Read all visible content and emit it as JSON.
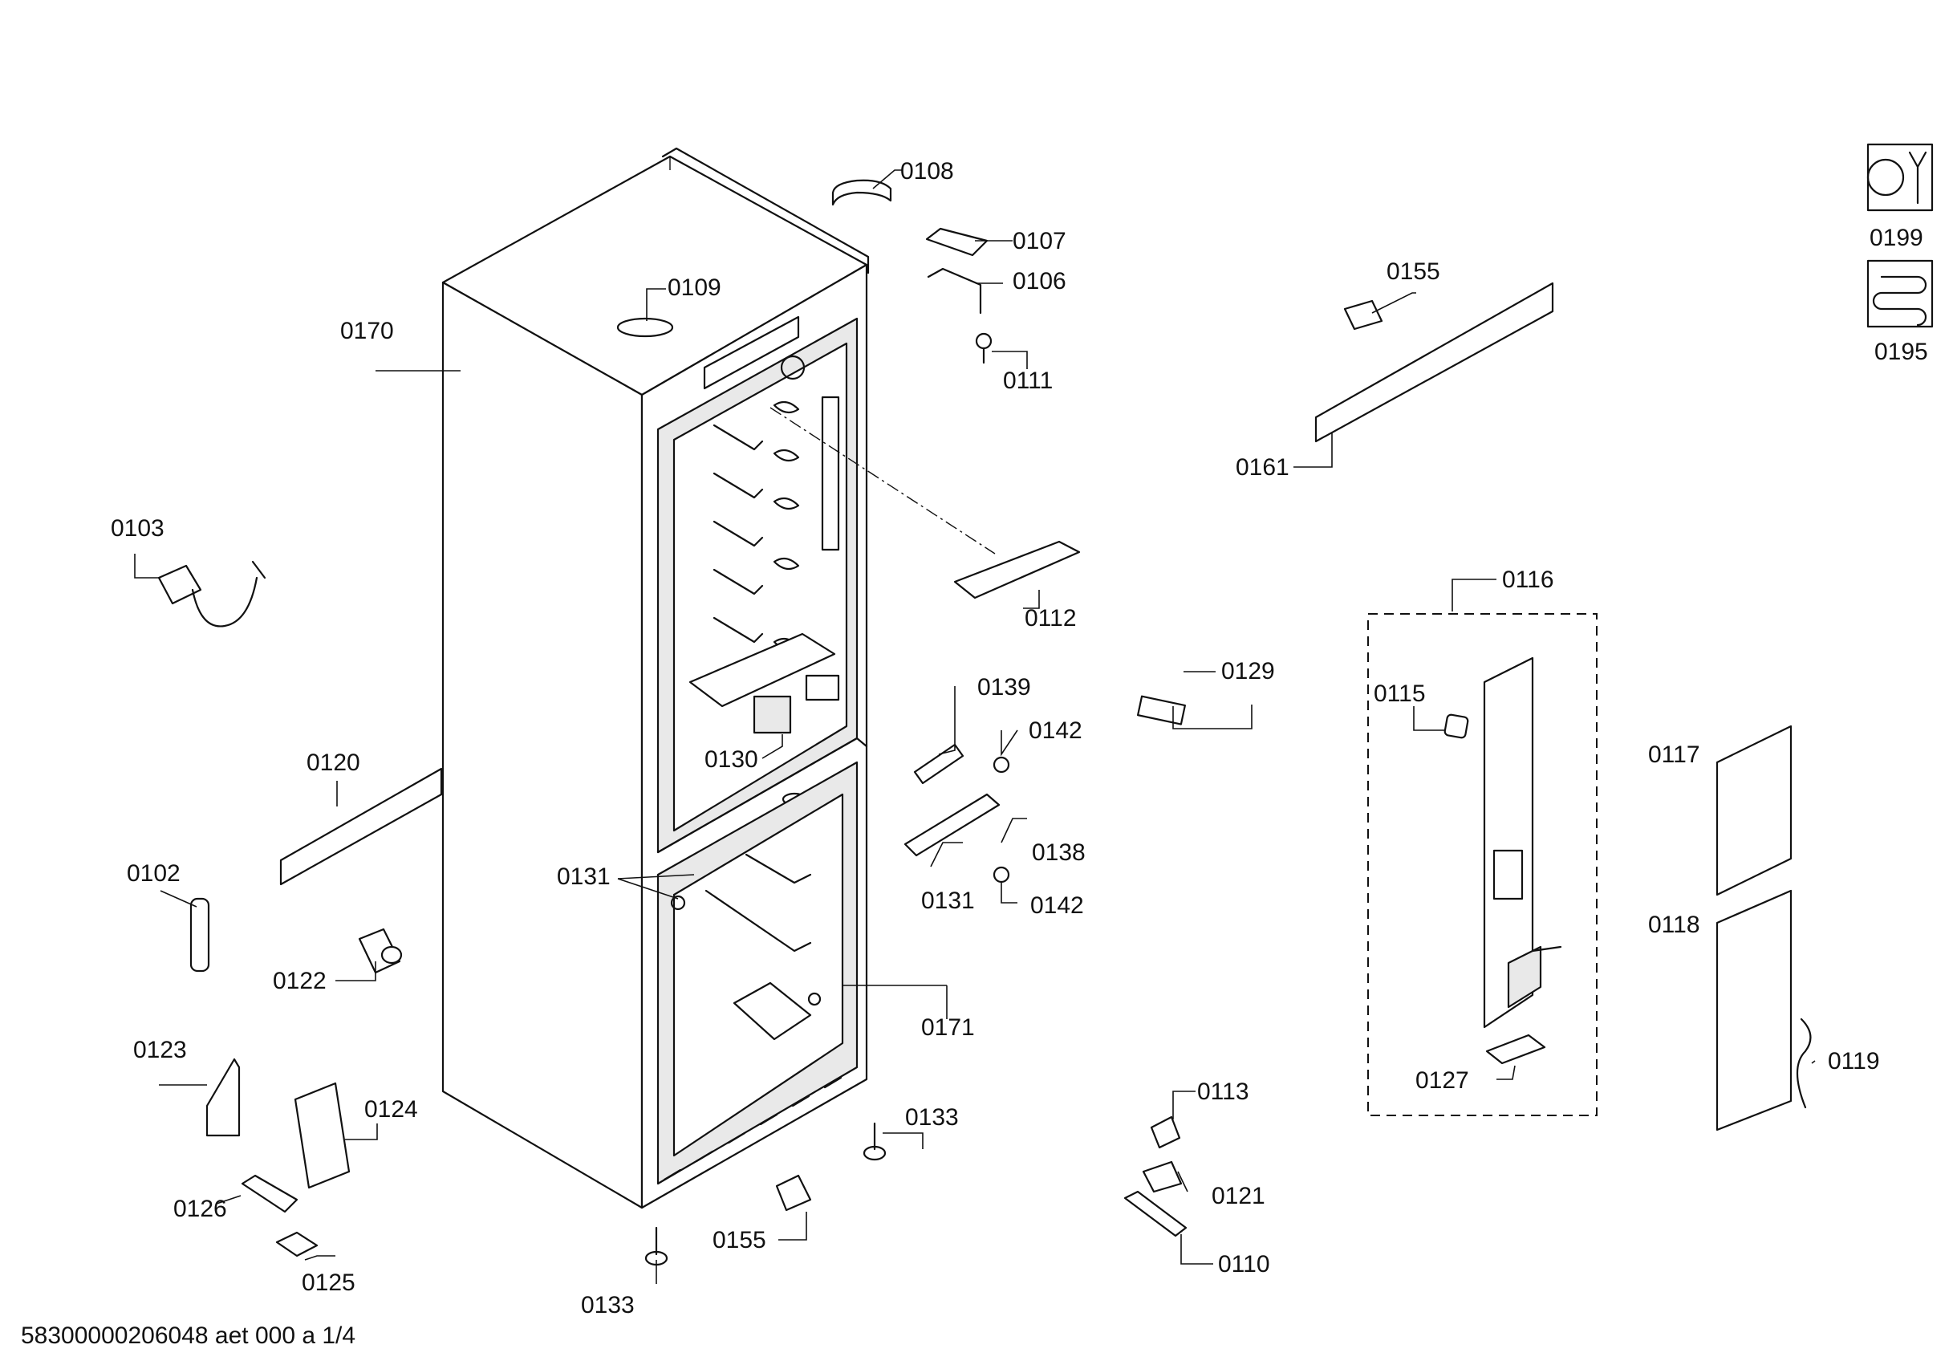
{
  "footer": {
    "document_code": "58300000206048 aet 000 a 1/4"
  },
  "legend": {
    "tools_code": "0199",
    "coil_code": "0195"
  },
  "labels": {
    "p0108": "0108",
    "p0107": "0107",
    "p0106": "0106",
    "p0111": "0111",
    "p0109": "0109",
    "p0170": "0170",
    "p0103": "0103",
    "p0112": "0112",
    "p0155_top": "0155",
    "p0161": "0161",
    "p0116": "0116",
    "p0115": "0115",
    "p0129": "0129",
    "p0139": "0139",
    "p0142_a": "0142",
    "p0138": "0138",
    "p0131_a": "0131",
    "p0142_b": "0142",
    "p0130": "0130",
    "p0131_b": "0131",
    "p0120": "0120",
    "p0102": "0102",
    "p0122": "0122",
    "p0171": "0171",
    "p0117": "0117",
    "p0118": "0118",
    "p0119": "0119",
    "p0127": "0127",
    "p0113": "0113",
    "p0121": "0121",
    "p0110": "0110",
    "p0133_a": "0133",
    "p0155_bot": "0155",
    "p0133_b": "0133",
    "p0123": "0123",
    "p0124": "0124",
    "p0126": "0126",
    "p0125": "0125"
  }
}
